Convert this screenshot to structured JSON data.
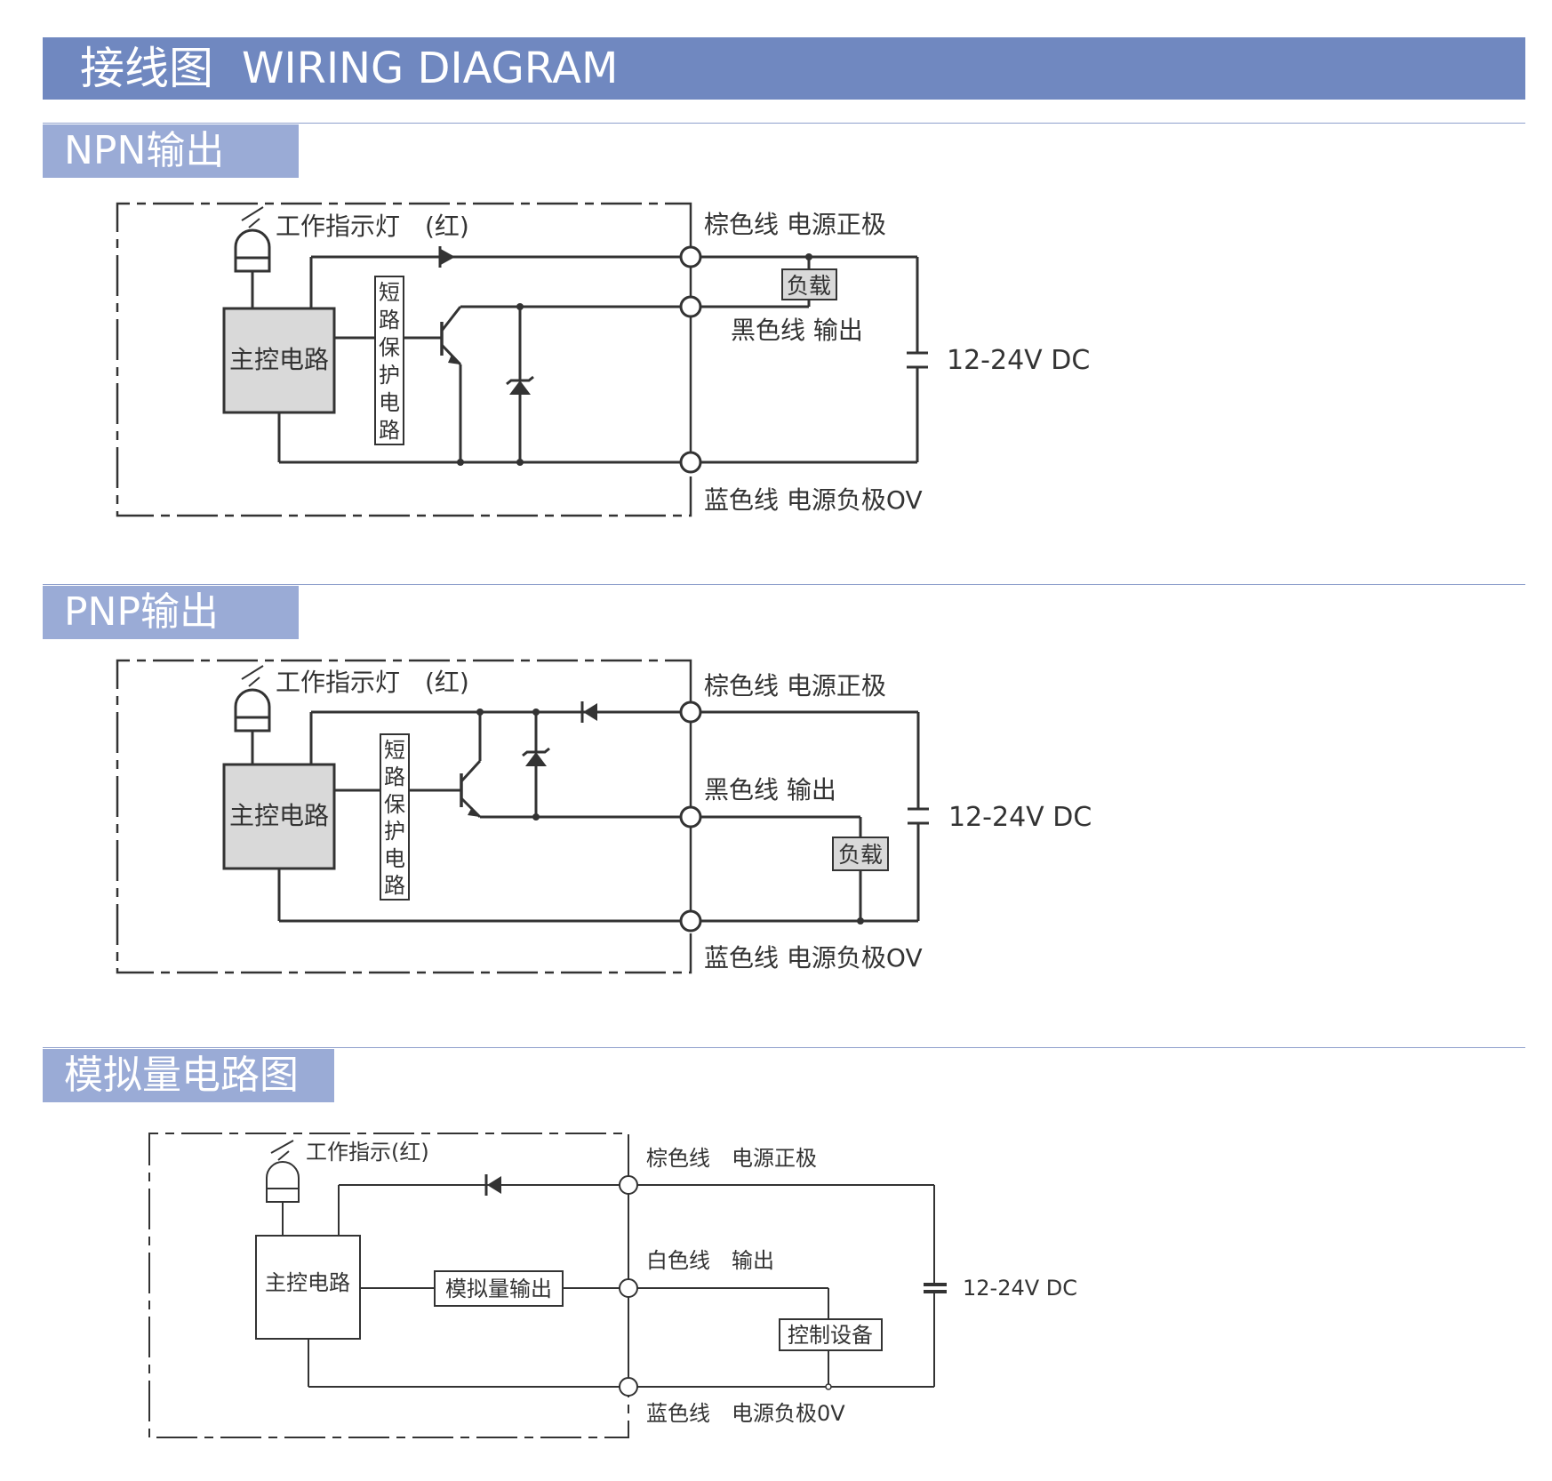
{
  "banner": {
    "title_cn": "接线图",
    "title_en": "WIRING DIAGRAM"
  },
  "colors": {
    "banner": "#7088c0",
    "tab": "#9aabd6",
    "rule": "#8fa0cc",
    "box_fill": "#d9d9d9",
    "line": "#333333"
  },
  "sections": {
    "npn": {
      "tab": "NPN输出",
      "indicator": "工作指示灯　(红)",
      "main_circuit": "主控电路",
      "protect_chars": [
        "短",
        "路",
        "保",
        "护",
        "电",
        "路"
      ],
      "brown": "棕色线  电源正极",
      "black": "黑色线  输出",
      "blue": "蓝色线  电源负极OV",
      "load": "负载",
      "supply": "12-24V DC"
    },
    "pnp": {
      "tab": "PNP输出",
      "indicator": "工作指示灯　(红)",
      "main_circuit": "主控电路",
      "protect_chars": [
        "短",
        "路",
        "保",
        "护",
        "电",
        "路"
      ],
      "brown": "棕色线  电源正极",
      "black": "黑色线  输出",
      "blue": "蓝色线  电源负极OV",
      "load": "负载",
      "supply": "12-24V DC"
    },
    "analog": {
      "tab": "模拟量电路图",
      "indicator": "工作指示(红)",
      "main_circuit": "主控电路",
      "analog_out": "模拟量输出",
      "brown": "棕色线　电源正极",
      "white": "白色线　输出",
      "blue": "蓝色线　电源负极0V",
      "control": "控制设备",
      "supply": "12-24V  DC"
    }
  }
}
